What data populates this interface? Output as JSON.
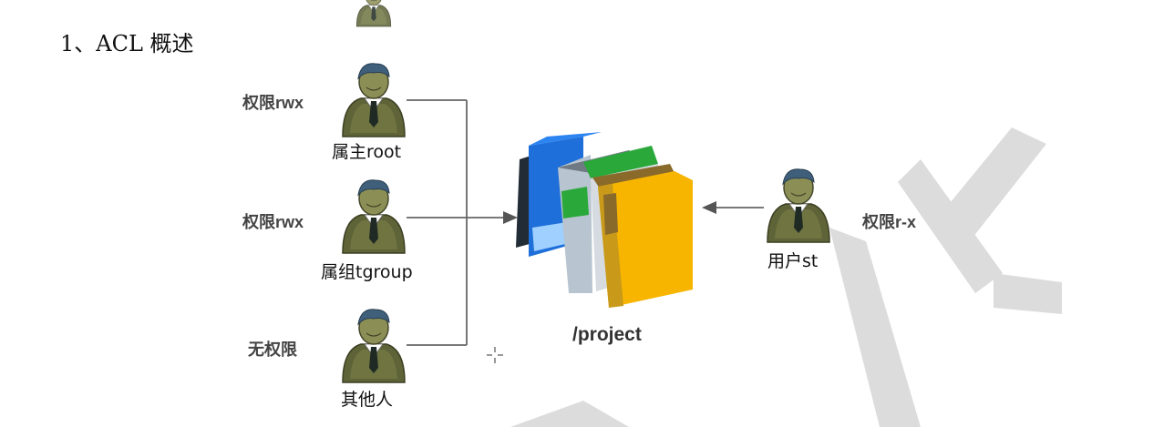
{
  "heading": "1、ACL 概述",
  "users": [
    {
      "name": "属主root",
      "permission": "权限rwx"
    },
    {
      "name": "属组tgroup",
      "permission": "权限rwx"
    },
    {
      "name": "其他人",
      "permission": "无权限"
    }
  ],
  "acl_user": {
    "name": "用户st",
    "permission": "权限r-x"
  },
  "target": {
    "label": "/project"
  },
  "colors": {
    "line": "#666666",
    "book_blue": "#1e6fd9",
    "book_green": "#2aa83a",
    "book_yellow": "#f7b500",
    "person_body": "#6b6f3e"
  },
  "icons": [
    "person-icon",
    "book-folder-icon",
    "arrow-icon",
    "cursor-icon"
  ]
}
